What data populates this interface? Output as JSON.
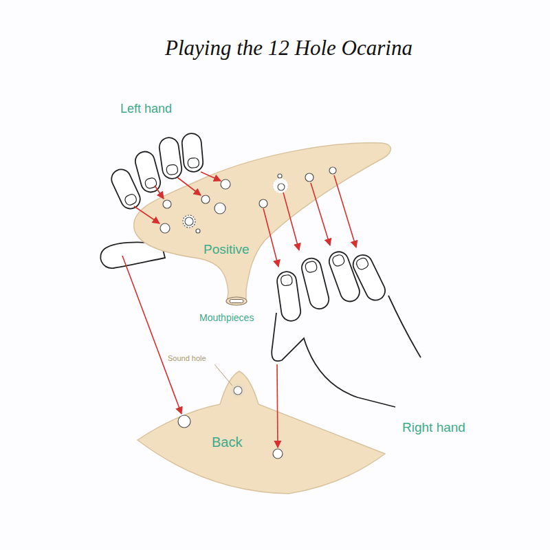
{
  "diagram": {
    "title": "Playing the 12 Hole Ocarina",
    "labels": [
      "Left hand",
      "Positive",
      "Mouthpieces",
      "Sound hole",
      "Back",
      "Right hand"
    ]
  }
}
